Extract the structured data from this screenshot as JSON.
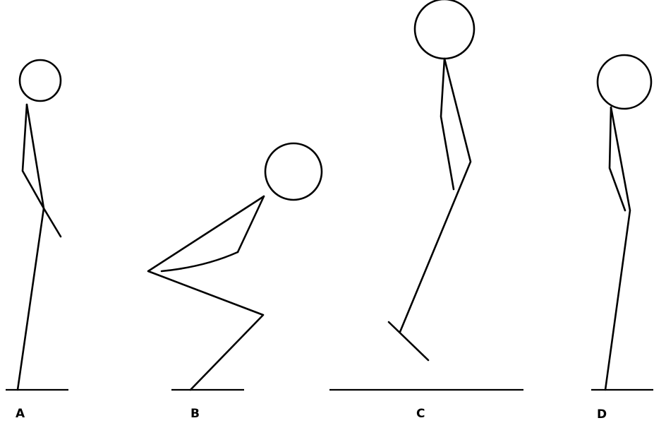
{
  "panels": [
    {
      "label": "A"
    },
    {
      "label": "B"
    },
    {
      "label": "C"
    },
    {
      "label": "D"
    }
  ],
  "colors": {
    "ink": "#000000",
    "background": "#ffffff"
  }
}
